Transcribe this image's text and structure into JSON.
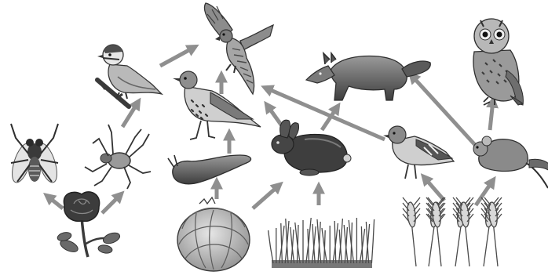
{
  "diagram": {
    "colors": {
      "arrow": "#8f8f8f",
      "fill_dark": "#4a4a4a",
      "fill_mid": "#8a8a8a",
      "fill_light": "#c8c8c8",
      "outline": "#2e2e2e"
    },
    "organisms": [
      {
        "id": "fly",
        "icon": "fly-icon"
      },
      {
        "id": "rose",
        "icon": "rose-icon"
      },
      {
        "id": "spider",
        "icon": "spider-icon"
      },
      {
        "id": "blue-tit",
        "icon": "blue-tit-icon"
      },
      {
        "id": "hawk",
        "icon": "hawk-icon"
      },
      {
        "id": "thrush",
        "icon": "thrush-icon"
      },
      {
        "id": "slug",
        "icon": "slug-icon"
      },
      {
        "id": "cabbage",
        "icon": "cabbage-icon"
      },
      {
        "id": "rabbit",
        "icon": "rabbit-icon"
      },
      {
        "id": "grass",
        "icon": "grass-icon"
      },
      {
        "id": "fox",
        "icon": "fox-icon"
      },
      {
        "id": "chaffinch",
        "icon": "chaffinch-icon"
      },
      {
        "id": "wheat",
        "icon": "wheat-icon"
      },
      {
        "id": "mouse",
        "icon": "mouse-icon"
      },
      {
        "id": "owl",
        "icon": "owl-icon"
      }
    ],
    "links": [
      {
        "from": "rose",
        "to": "fly"
      },
      {
        "from": "rose",
        "to": "spider"
      },
      {
        "from": "spider",
        "to": "blue-tit"
      },
      {
        "from": "blue-tit",
        "to": "hawk"
      },
      {
        "from": "slug",
        "to": "thrush"
      },
      {
        "from": "thrush",
        "to": "hawk"
      },
      {
        "from": "cabbage",
        "to": "slug"
      },
      {
        "from": "grass",
        "to": "rabbit"
      },
      {
        "from": "cabbage",
        "to": "rabbit"
      },
      {
        "from": "rabbit",
        "to": "hawk"
      },
      {
        "from": "rabbit",
        "to": "fox"
      },
      {
        "from": "chaffinch",
        "to": "hawk"
      },
      {
        "from": "wheat",
        "to": "chaffinch"
      },
      {
        "from": "wheat",
        "to": "mouse"
      },
      {
        "from": "mouse",
        "to": "owl"
      },
      {
        "from": "mouse",
        "to": "fox"
      }
    ]
  }
}
